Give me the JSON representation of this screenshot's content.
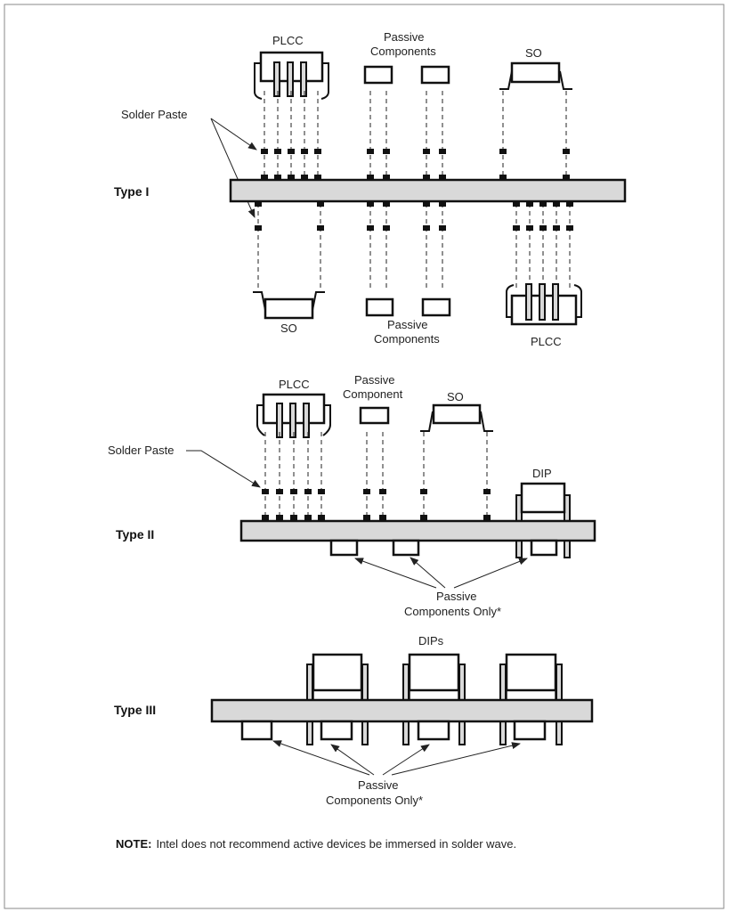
{
  "labels": {
    "type1": "Type I",
    "type2": "Type II",
    "type3": "Type III",
    "plcc": "PLCC",
    "so": "SO",
    "passive": "Passive",
    "components": "Components",
    "component": "Component",
    "solder_paste": "Solder Paste",
    "dip": "DIP",
    "dips": "DIPs",
    "components_only": "Components Only*"
  },
  "note": {
    "prefix": "NOTE:",
    "text": "Intel does not recommend active devices be immersed in solder wave."
  },
  "colors": {
    "board": "#d9d9d9",
    "ink": "#111111"
  }
}
